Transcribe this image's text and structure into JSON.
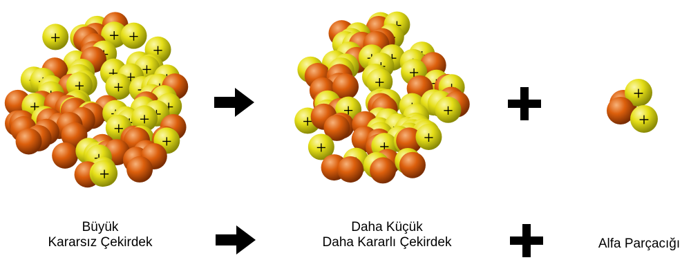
{
  "diagram": {
    "labels": {
      "large_nucleus": {
        "line1": "Büyük",
        "line2": "Kararsız Çekirdek"
      },
      "smaller_nucleus": {
        "line1": "Daha Küçük",
        "line2": "Daha Kararlı Çekirdek"
      },
      "alpha_particle": {
        "line1": "Alfa Parçacığı"
      }
    },
    "colors": {
      "proton": "#e8e21a",
      "neutron": "#e0620e",
      "symbol": "#000000",
      "background": "#ffffff"
    },
    "icons": {
      "reaction_arrow": "right-arrow-icon",
      "plus": "plus-icon",
      "proton_mark": "plus-sign"
    }
  }
}
